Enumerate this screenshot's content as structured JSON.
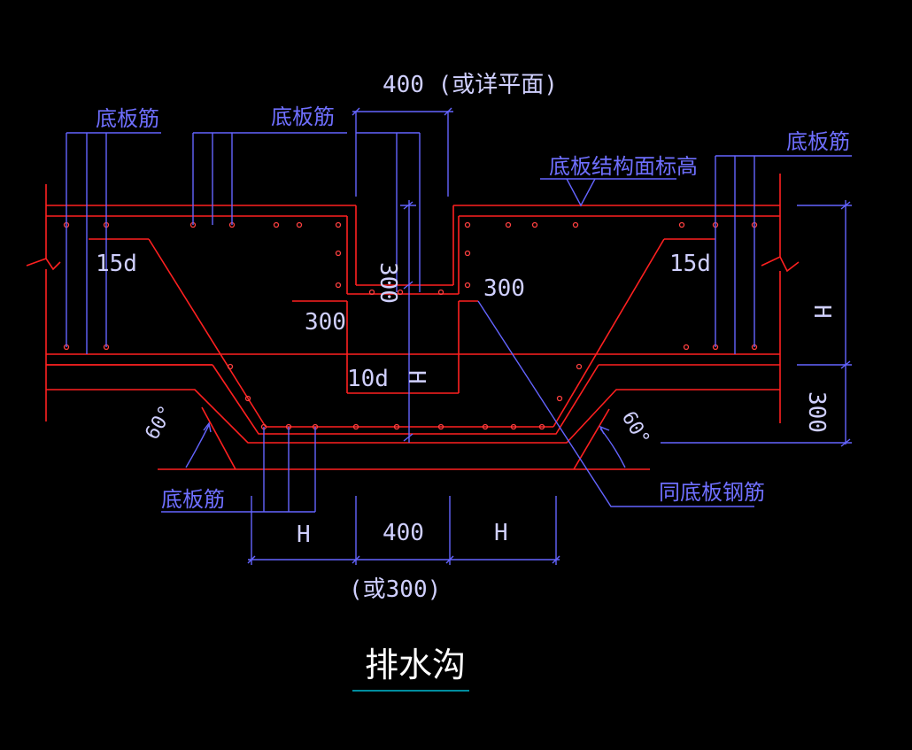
{
  "colors": {
    "background": "#000000",
    "concrete_line": "#ff2020",
    "rebar_line": "#6464ff",
    "dimension_text": "#d0d0ff",
    "title_underline": "#00bcd4"
  },
  "labels": {
    "bottom_rebar": "底板筋",
    "slab_top_elevation": "底板结构面标高",
    "same_as_slab_rebar": "同底板钢筋",
    "title": "排水沟"
  },
  "dimensions": {
    "top_width": "400 (或详平面)",
    "channel_depth": "300",
    "side_300_left": "300",
    "side_300_right": "300",
    "anchor_15d": "15d",
    "anchor_10d": "10d",
    "h_center": "H",
    "h_right": "H",
    "right_300": "300",
    "bottom_h_left": "H",
    "bottom_400": "400",
    "bottom_h_right": "H",
    "bottom_or": "(或300)",
    "angle": "60°"
  }
}
